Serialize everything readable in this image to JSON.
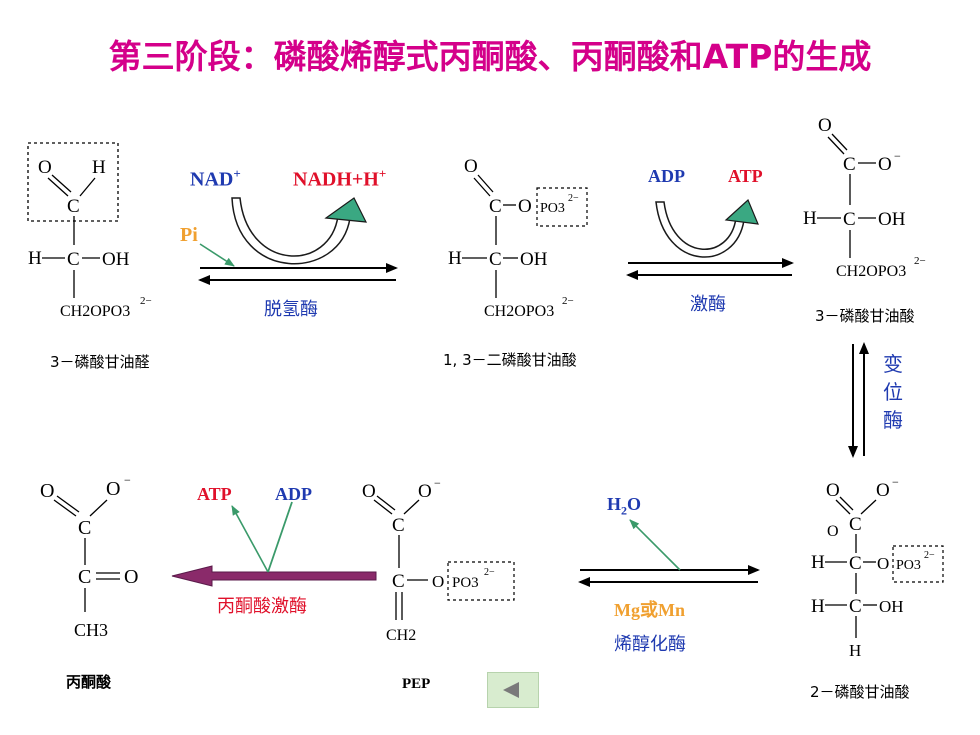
{
  "title": "第三阶段：磷酸烯醇式丙酮酸、丙酮酸和ATP的生成",
  "colors": {
    "title": "#d4008a",
    "blue": "#1f3ab0",
    "red": "#e0102a",
    "orange": "#f0a030",
    "green": "#3a9a6a",
    "purple": "#8a2a6a"
  },
  "step1": {
    "cofactor_in": "NAD",
    "cofactor_in_sup": "+",
    "cofactor_out": "NADH+H",
    "cofactor_out_sup": "+",
    "pi": "Pi",
    "enzyme": "脱氢酶"
  },
  "step2": {
    "cofactor_in": "ADP",
    "cofactor_out": "ATP",
    "enzyme": "激酶"
  },
  "step3": {
    "enzyme": "变位酶"
  },
  "step4": {
    "water": "H",
    "water_sub": "2",
    "water_o": "O",
    "ion": "Mg或Mn",
    "enzyme": "烯醇化酶"
  },
  "step5": {
    "atp": "ATP",
    "adp": "ADP",
    "enzyme": "丙酮酸激酶"
  },
  "compounds": {
    "g3p": "3－磷酸甘油醛",
    "bpg": "1, 3－二磷酸甘油酸",
    "pga3": "3－磷酸甘油酸",
    "pga2": "2－磷酸甘油酸",
    "pep": "PEP",
    "pyruvate": "丙酮酸"
  },
  "struct": {
    "O": "O",
    "H": "H",
    "C": "C",
    "OH": "OH",
    "H_C": "H",
    "Ominus": "O",
    "minus": "−",
    "CH2OPO3": "CH2OPO3",
    "CH2": "CH2",
    "CH3": "CH3",
    "PO3": "PO3",
    "charge2": "2−",
    "O_link": "O"
  },
  "nav": {
    "back_icon": "triangle-left-icon"
  }
}
